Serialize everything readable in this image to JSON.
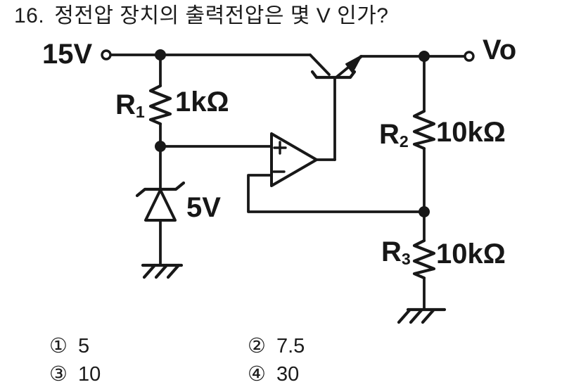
{
  "question": {
    "number": "16.",
    "text": "정전압 장치의 출력전압은 몇 V 인가?"
  },
  "circuit": {
    "supply_label": "15V",
    "output_label": "Vo",
    "resistors": [
      {
        "name_base": "R",
        "name_sub": "1",
        "value": "1kΩ"
      },
      {
        "name_base": "R",
        "name_sub": "2",
        "value": "10kΩ"
      },
      {
        "name_base": "R",
        "name_sub": "3",
        "value": "10kΩ"
      }
    ],
    "zener": {
      "value": "5V"
    },
    "opamp": {
      "plus_mark": "+",
      "minus_mark": "−"
    },
    "components_visible": [
      "voltage-source-terminal",
      "resistor-R1",
      "zener-diode",
      "op-amp",
      "npn-pass-transistor",
      "resistor-R2",
      "resistor-R3",
      "ground-symbol-left",
      "ground-symbol-right",
      "output-terminal"
    ]
  },
  "options": [
    {
      "marker": "①",
      "value": "5"
    },
    {
      "marker": "②",
      "value": "7.5"
    },
    {
      "marker": "③",
      "value": "10"
    },
    {
      "marker": "④",
      "value": "30"
    }
  ],
  "colors": {
    "ink": "#181818",
    "paper": "#ffffff"
  }
}
